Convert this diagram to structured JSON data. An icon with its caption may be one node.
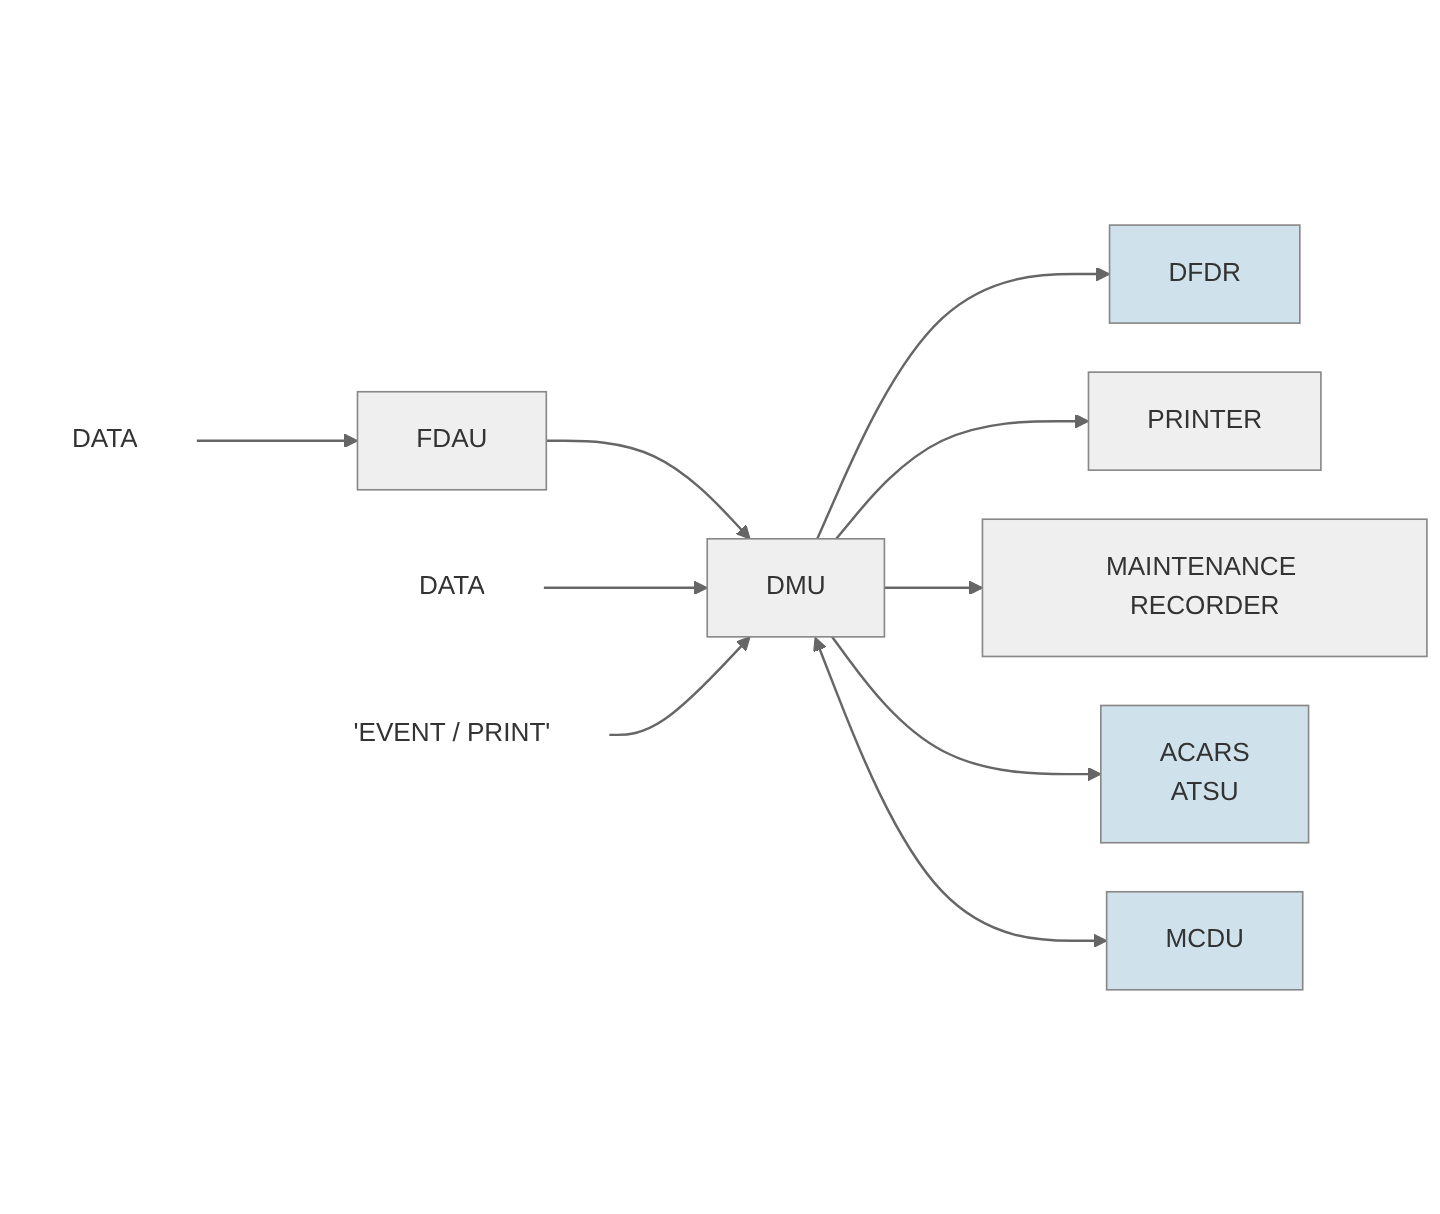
{
  "diagram": {
    "nodes": [
      {
        "text": [
          "DATA"
        ]
      },
      {
        "text": [
          "FDAU"
        ]
      },
      {
        "text": [
          "DATA"
        ]
      },
      {
        "text": [
          "'EVENT / PRINT'"
        ]
      },
      {
        "text": [
          "DMU"
        ]
      },
      {
        "text": [
          "DFDR"
        ]
      },
      {
        "text": [
          "PRINTER"
        ]
      },
      {
        "text": [
          "MAINTENANCE RECORDER"
        ]
      },
      {
        "text": [
          "ACARS",
          "ATSU"
        ]
      },
      {
        "text": [
          "MCDU"
        ]
      }
    ],
    "edges": [
      {
        "from": 0,
        "to": 1,
        "arrow": "to"
      },
      {
        "from": 1,
        "to": 4,
        "arrow": "to"
      },
      {
        "from": 2,
        "to": 4,
        "arrow": "to"
      },
      {
        "from": 3,
        "to": 4,
        "arrow": "to"
      },
      {
        "from": 4,
        "to": 5,
        "arrow": "to"
      },
      {
        "from": 4,
        "to": 6,
        "arrow": "to"
      },
      {
        "from": 4,
        "to": 7,
        "arrow": "to"
      },
      {
        "from": 4,
        "to": 8,
        "arrow": "to"
      },
      {
        "from": 4,
        "to": 9,
        "arrow": "both"
      }
    ]
  }
}
